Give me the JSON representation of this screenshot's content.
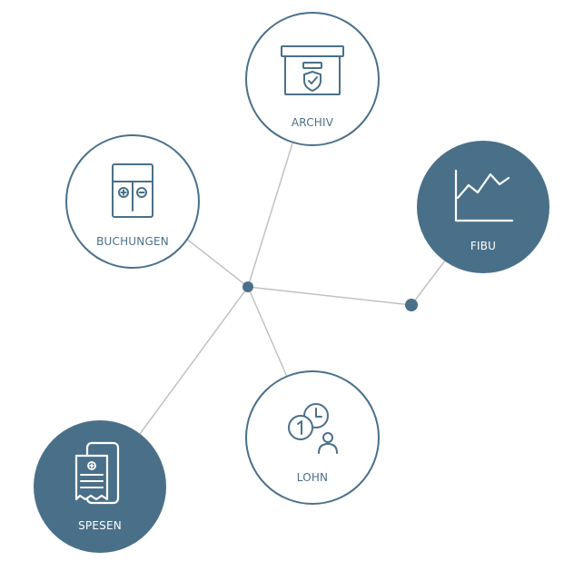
{
  "colors": {
    "accent": "#4a7089",
    "line": "#c2c2c2",
    "background": "#ffffff",
    "text_on_filled": "#ffffff"
  },
  "nodes": {
    "archiv": {
      "label": "ARCHIV",
      "icon": "archive-box-shield-icon",
      "filled": false
    },
    "buchungen": {
      "label": "BUCHUNGEN",
      "icon": "plus-minus-ledger-icon",
      "filled": false
    },
    "fibu": {
      "label": "FIBU",
      "icon": "line-chart-icon",
      "filled": true
    },
    "lohn": {
      "label": "LOHN",
      "icon": "coin-clock-person-icon",
      "filled": false
    },
    "spesen": {
      "label": "SPESEN",
      "icon": "phone-receipt-icon",
      "filled": true
    }
  },
  "hubs": [
    "central-hub",
    "fibu-hub"
  ]
}
